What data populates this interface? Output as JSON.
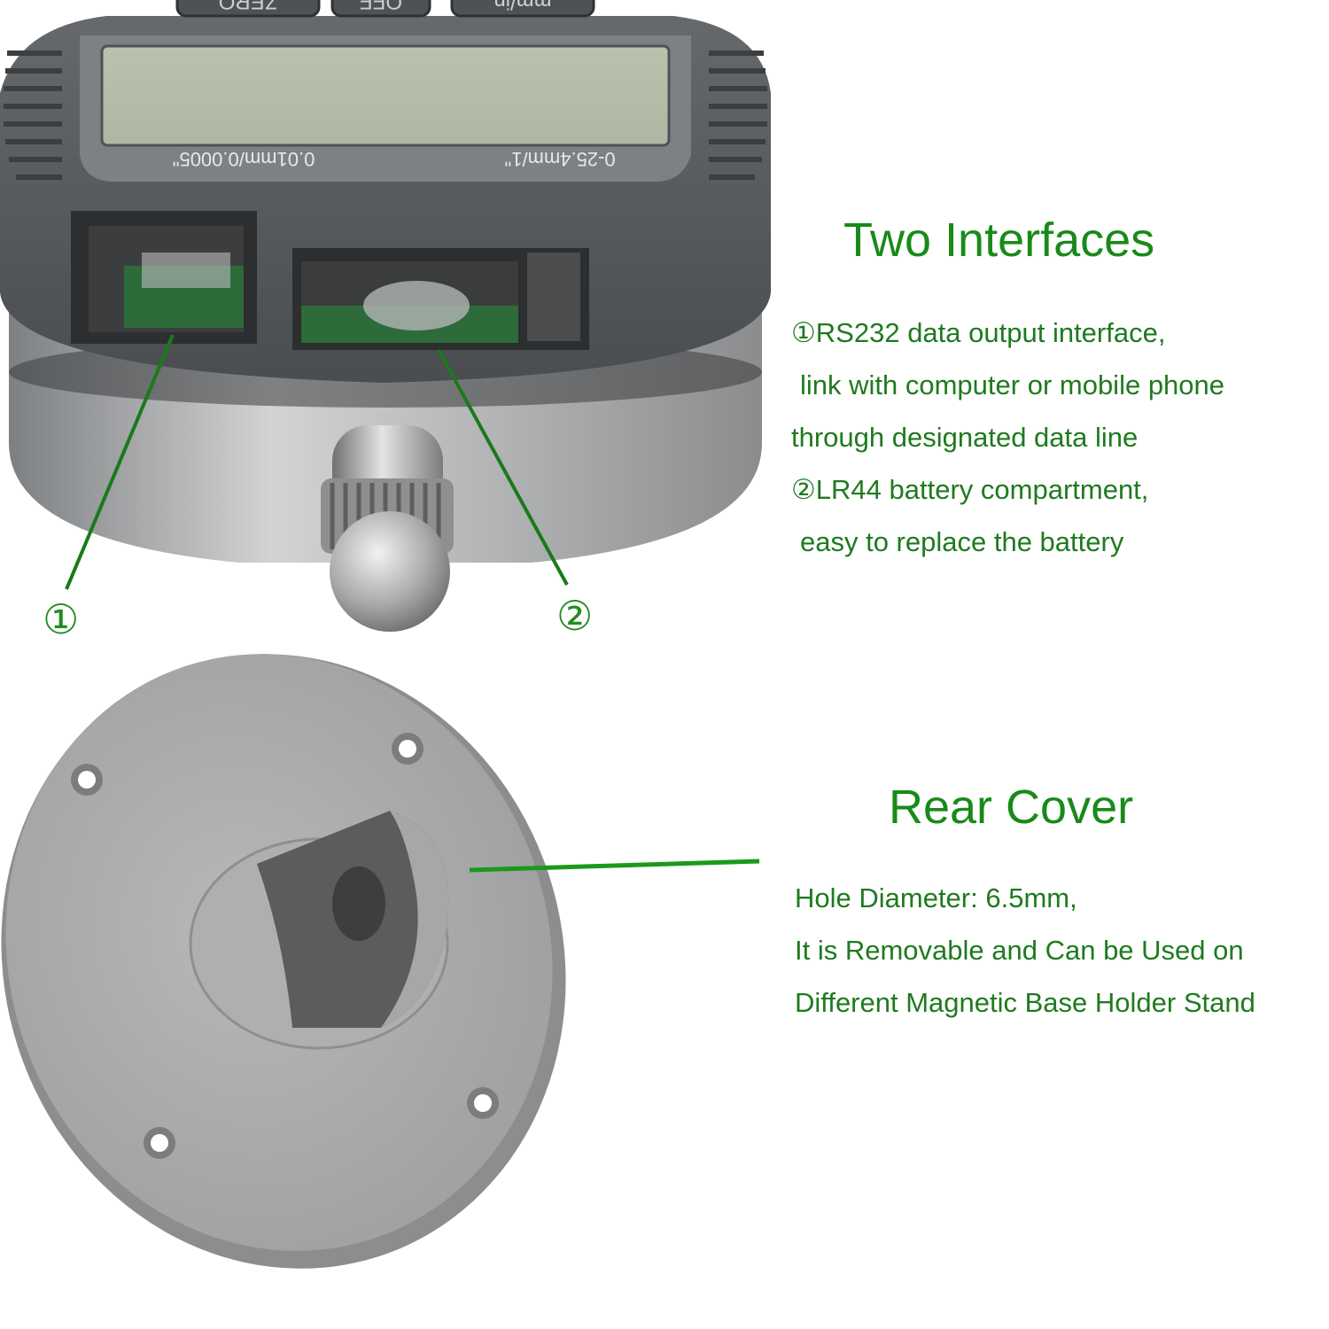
{
  "gauge": {
    "buttons": [
      "ZERO",
      "OFF",
      "mm/in"
    ],
    "range_label": "0-25.4mm/1\"",
    "resolution_label": "0.01mm/0.0005\""
  },
  "callouts": {
    "marker_1": "①",
    "marker_2": "②"
  },
  "interfaces": {
    "title": "Two Interfaces",
    "lines": [
      "①RS232 data output interface,",
      "link with computer or mobile phone",
      "through designated data line",
      "②LR44 battery compartment,",
      "easy to replace the battery"
    ]
  },
  "rear_cover": {
    "title": "Rear Cover",
    "lines": [
      "Hole Diameter: 6.5mm,",
      "It is Removable and Can be Used on",
      "Different Magnetic Base Holder Stand"
    ]
  },
  "colors": {
    "accent_text": "#1f7a1f",
    "gauge_body": "#5a5d60",
    "metal": "#a9abad"
  }
}
